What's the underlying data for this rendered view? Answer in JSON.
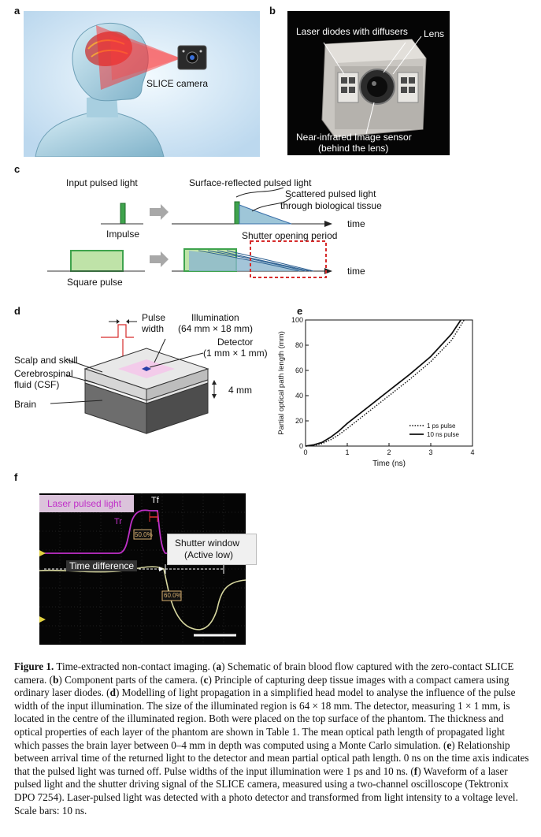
{
  "panels": {
    "a": {
      "label": "a",
      "camera_label": "SLICE camera"
    },
    "b": {
      "label": "b",
      "laser_label": "Laser diodes with diffusers",
      "lens_label": "Lens",
      "sensor_label_1": "Near-infrared Image sensor",
      "sensor_label_2": "(behind the lens)"
    },
    "c": {
      "label": "c",
      "input_label": "Input pulsed light",
      "surface_label": "Surface-reflected pulsed light",
      "scattered_label_1": "Scattered pulsed light",
      "scattered_label_2": "through biological tissue",
      "time_label_1": "time",
      "impulse_label": "Impulse",
      "shutter_label": "Shutter opening period",
      "time_label_2": "time",
      "square_label": "Square pulse"
    },
    "d": {
      "label": "d",
      "pulse_label_1": "Pulse",
      "pulse_label_2": "width",
      "illum_label_1": "Illumination",
      "illum_label_2": "(64 mm × 18 mm)",
      "detector_label_1": "Detector",
      "detector_label_2": "(1 mm × 1 mm)",
      "scalp_label": "Scalp and skull",
      "csf_label_1": "Cerebrospinal",
      "csf_label_2": "fluid (CSF)",
      "depth_label": "4 mm",
      "brain_label": "Brain"
    },
    "e": {
      "label": "e"
    },
    "f": {
      "label": "f",
      "laser_label": "Laser pulsed light",
      "tf_label": "Tf",
      "tr_label": "Tr",
      "pct_1": "50.0%",
      "pct_2": "60.0%",
      "shutter_label_1": "Shutter window",
      "shutter_label_2": "(Active low)",
      "timediff_label": "Time difference"
    }
  },
  "chart_data": {
    "type": "line",
    "title": "",
    "xlabel": "Time (ns)",
    "ylabel": "Partial optical path length (mm)",
    "xlim": [
      0,
      4
    ],
    "ylim": [
      0,
      100
    ],
    "xticks": [
      "0",
      "1",
      "2",
      "3",
      "4"
    ],
    "yticks": [
      "0",
      "20",
      "40",
      "60",
      "80",
      "100"
    ],
    "legend_position": "bottom-right",
    "grid": false,
    "series": [
      {
        "name": "1 ps pulse",
        "style": "dotted",
        "x": [
          0.0,
          0.2,
          0.4,
          0.6,
          0.8,
          1.0,
          1.5,
          2.0,
          2.5,
          3.0,
          3.5,
          3.8
        ],
        "y": [
          0,
          0.5,
          2,
          5,
          9,
          14,
          27,
          40,
          53,
          67,
          84,
          100
        ]
      },
      {
        "name": "10 ns pulse",
        "style": "solid",
        "x": [
          0.0,
          0.2,
          0.4,
          0.6,
          0.8,
          1.0,
          1.5,
          2.0,
          2.5,
          3.0,
          3.5,
          3.72
        ],
        "y": [
          0,
          1,
          3,
          7,
          12,
          18,
          31,
          44,
          57,
          71,
          89,
          100
        ]
      }
    ]
  },
  "caption": {
    "fig_label": "Figure 1.",
    "fig_title": "Time-extracted non-contact imaging. (",
    "s_a": "a",
    "t_a": ") Schematic of brain blood flow captured with the zero-contact SLICE camera. (",
    "s_b": "b",
    "t_b": ") Component parts of the camera. (",
    "s_c": "c",
    "t_c": ") Principle of capturing deep tissue images with a compact camera using ordinary laser diodes. (",
    "s_d": "d",
    "t_d": ") Modelling of light propagation in a simplified head model to analyse the influence of the pulse width of the input illumination. The size of the illuminated region is 64 × 18 mm. The detector, measuring 1 × 1 mm, is located in the centre of the illuminated region. Both were placed on the top surface of the phantom. The thickness and optical properties of each layer of the phantom are shown in Table 1. The mean optical path length of propagated light which passes the brain layer between 0–4 mm in depth was computed using a Monte Carlo simulation. (",
    "s_e": "e",
    "t_e": ") Relationship between arrival time of the returned light to the detector and mean partial optical path length. 0 ns on the time axis indicates that the pulsed light was turned off. Pulse widths of the input illumination were 1 ps and 10 ns. (",
    "s_f": "f",
    "t_f": ") Waveform of a laser pulsed light and the shutter driving signal of the SLICE camera, measured using a two-channel oscilloscope (Tektronix DPO 7254). Laser-pulsed light was detected with a photo detector and transformed from light intensity to a voltage level. Scale bars: 10 ns."
  },
  "colors": {
    "pulse_green": "#3fa34d",
    "square_fill": "#bfe3a8",
    "scatter_blue": "#3a6fa8",
    "shutter_red": "#d62b2b",
    "osc_bg": "#050505",
    "laser_trace": "#c030c8",
    "shutter_trace": "#d8d8a0"
  }
}
